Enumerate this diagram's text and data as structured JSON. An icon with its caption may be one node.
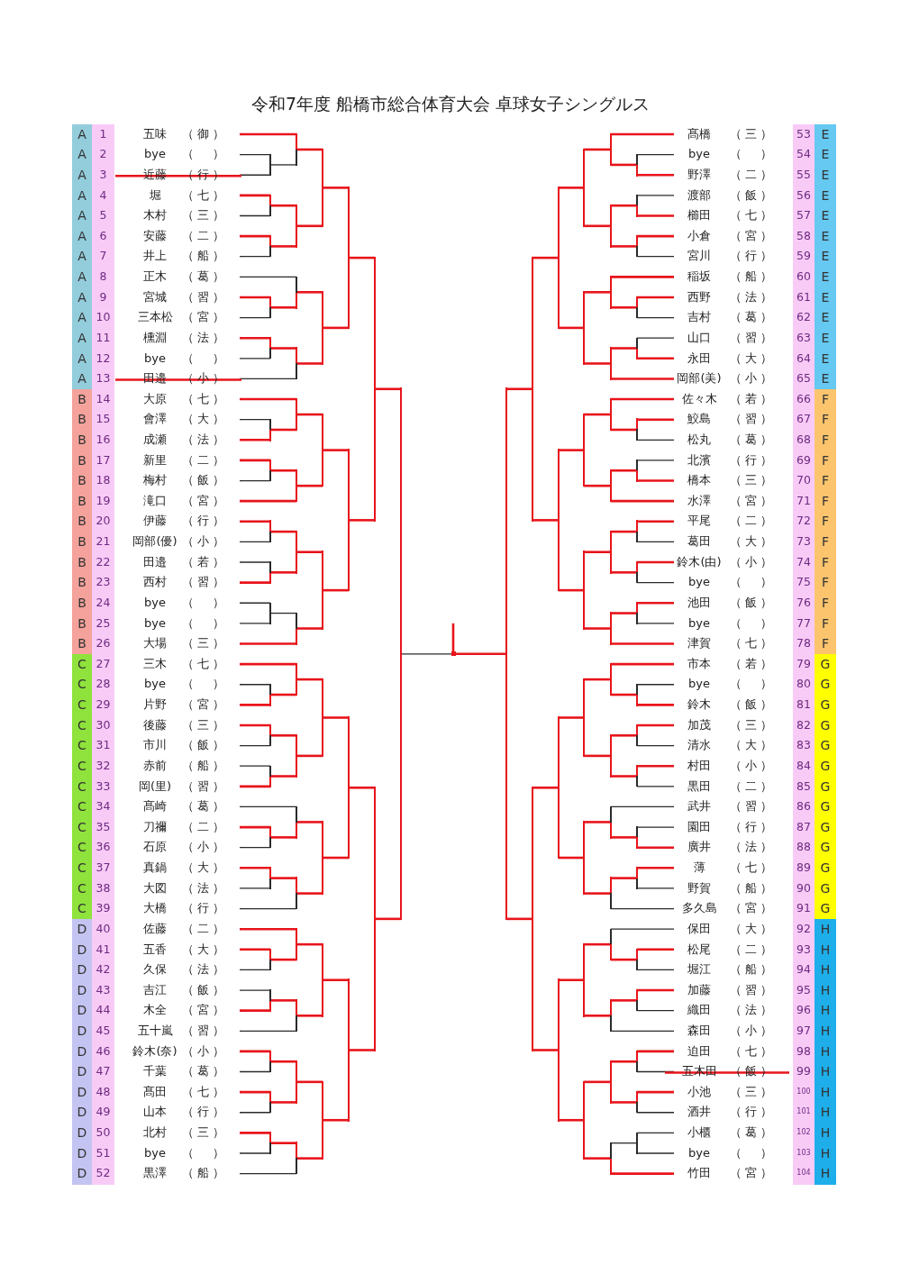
{
  "diagram": {
    "title": "令和7年度 船橋市総合体育大会 卓球女子シングルス",
    "nodes": [
      {
        "text": [
          "A",
          "1",
          "五味",
          "（ 御 ）"
        ]
      },
      {
        "text": [
          "A",
          "2",
          "bye",
          "（ 　 ）"
        ]
      },
      {
        "text": [
          "A",
          "3",
          "近藤",
          "（ 行 ）"
        ]
      },
      {
        "text": [
          "A",
          "4",
          "堀",
          "（ 七 ）"
        ]
      },
      {
        "text": [
          "A",
          "5",
          "木村",
          "（ 三 ）"
        ]
      },
      {
        "text": [
          "A",
          "6",
          "安藤",
          "（ 二 ）"
        ]
      },
      {
        "text": [
          "A",
          "7",
          "井上",
          "（ 船 ）"
        ]
      },
      {
        "text": [
          "A",
          "8",
          "正木",
          "（ 葛 ）"
        ]
      },
      {
        "text": [
          "A",
          "9",
          "宮城",
          "（ 習 ）"
        ]
      },
      {
        "text": [
          "A",
          "10",
          "三本松",
          "（ 宮 ）"
        ]
      },
      {
        "text": [
          "A",
          "11",
          "櫄淵",
          "（ 法 ）"
        ]
      },
      {
        "text": [
          "A",
          "12",
          "bye",
          "（ 　 ）"
        ]
      },
      {
        "text": [
          "A",
          "13",
          "田邉",
          "（ 小 ）"
        ]
      },
      {
        "text": [
          "B",
          "14",
          "大原",
          "（ 七 ）"
        ]
      },
      {
        "text": [
          "B",
          "15",
          "會澤",
          "（ 大 ）"
        ]
      },
      {
        "text": [
          "B",
          "16",
          "成瀬",
          "（ 法 ）"
        ]
      },
      {
        "text": [
          "B",
          "17",
          "新里",
          "（ 二 ）"
        ]
      },
      {
        "text": [
          "B",
          "18",
          "梅村",
          "（ 飯 ）"
        ]
      },
      {
        "text": [
          "B",
          "19",
          "滝口",
          "（ 宮 ）"
        ]
      },
      {
        "text": [
          "B",
          "20",
          "伊藤",
          "（ 行 ）"
        ]
      },
      {
        "text": [
          "B",
          "21",
          "岡部(優)",
          "（ 小 ）"
        ]
      },
      {
        "text": [
          "B",
          "22",
          "田邉",
          "（ 若 ）"
        ]
      },
      {
        "text": [
          "B",
          "23",
          "西村",
          "（ 習 ）"
        ]
      },
      {
        "text": [
          "B",
          "24",
          "bye",
          "（ 　 ）"
        ]
      },
      {
        "text": [
          "B",
          "25",
          "bye",
          "（ 　 ）"
        ]
      },
      {
        "text": [
          "B",
          "26",
          "大場",
          "（ 三 ）"
        ]
      },
      {
        "text": [
          "C",
          "27",
          "三木",
          "（ 七 ）"
        ]
      },
      {
        "text": [
          "C",
          "28",
          "bye",
          "（ 　 ）"
        ]
      },
      {
        "text": [
          "C",
          "29",
          "片野",
          "（ 宮 ）"
        ]
      },
      {
        "text": [
          "C",
          "30",
          "後藤",
          "（ 三 ）"
        ]
      },
      {
        "text": [
          "C",
          "31",
          "市川",
          "（ 飯 ）"
        ]
      },
      {
        "text": [
          "C",
          "32",
          "赤前",
          "（ 船 ）"
        ]
      },
      {
        "text": [
          "C",
          "33",
          "岡(里)",
          "（ 習 ）"
        ]
      },
      {
        "text": [
          "C",
          "34",
          "髙崎",
          "（ 葛 ）"
        ]
      },
      {
        "text": [
          "C",
          "35",
          "刀禰",
          "（ 二 ）"
        ]
      },
      {
        "text": [
          "C",
          "36",
          "石原",
          "（ 小 ）"
        ]
      },
      {
        "text": [
          "C",
          "37",
          "真鍋",
          "（ 大 ）"
        ]
      },
      {
        "text": [
          "C",
          "38",
          "大図",
          "（ 法 ）"
        ]
      },
      {
        "text": [
          "C",
          "39",
          "大橋",
          "（ 行 ）"
        ]
      },
      {
        "text": [
          "D",
          "40",
          "佐藤",
          "（ 二 ）"
        ]
      },
      {
        "text": [
          "D",
          "41",
          "五香",
          "（ 大 ）"
        ]
      },
      {
        "text": [
          "D",
          "42",
          "久保",
          "（ 法 ）"
        ]
      },
      {
        "text": [
          "D",
          "43",
          "吉江",
          "（ 飯 ）"
        ]
      },
      {
        "text": [
          "D",
          "44",
          "木全",
          "（ 宮 ）"
        ]
      },
      {
        "text": [
          "D",
          "45",
          "五十嵐",
          "（ 習 ）"
        ]
      },
      {
        "text": [
          "D",
          "46",
          "鈴木(奈)",
          "（ 小 ）"
        ]
      },
      {
        "text": [
          "D",
          "47",
          "千葉",
          "（ 葛 ）"
        ]
      },
      {
        "text": [
          "D",
          "48",
          "髙田",
          "（ 七 ）"
        ]
      },
      {
        "text": [
          "D",
          "49",
          "山本",
          "（ 行 ）"
        ]
      },
      {
        "text": [
          "D",
          "50",
          "北村",
          "（ 三 ）"
        ]
      },
      {
        "text": [
          "D",
          "51",
          "bye",
          "（ 　 ）"
        ]
      },
      {
        "text": [
          "D",
          "52",
          "黒澤",
          "（ 船 ）"
        ]
      },
      {
        "text": [
          "髙橋",
          "（ 三 ）",
          "53",
          "E"
        ]
      },
      {
        "text": [
          "bye",
          "（ 　 ）",
          "54",
          "E"
        ]
      },
      {
        "text": [
          "野澤",
          "（ 二 ）",
          "55",
          "E"
        ]
      },
      {
        "text": [
          "渡部",
          "（ 飯 ）",
          "56",
          "E"
        ]
      },
      {
        "text": [
          "櫛田",
          "（ 七 ）",
          "57",
          "E"
        ]
      },
      {
        "text": [
          "小倉",
          "（ 宮 ）",
          "58",
          "E"
        ]
      },
      {
        "text": [
          "宮川",
          "（ 行 ）",
          "59",
          "E"
        ]
      },
      {
        "text": [
          "稲坂",
          "（ 船 ）",
          "60",
          "E"
        ]
      },
      {
        "text": [
          "西野",
          "（ 法 ）",
          "61",
          "E"
        ]
      },
      {
        "text": [
          "吉村",
          "（ 葛 ）",
          "62",
          "E"
        ]
      },
      {
        "text": [
          "山口",
          "（ 習 ）",
          "63",
          "E"
        ]
      },
      {
        "text": [
          "永田",
          "（ 大 ）",
          "64",
          "E"
        ]
      },
      {
        "text": [
          "岡部(美)",
          "（ 小 ）",
          "65",
          "E"
        ]
      },
      {
        "text": [
          "佐々木",
          "（ 若 ）",
          "66",
          "F"
        ]
      },
      {
        "text": [
          "鮫島",
          "（ 習 ）",
          "67",
          "F"
        ]
      },
      {
        "text": [
          "松丸",
          "（ 葛 ）",
          "68",
          "F"
        ]
      },
      {
        "text": [
          "北濱",
          "（ 行 ）",
          "69",
          "F"
        ]
      },
      {
        "text": [
          "橋本",
          "（ 三 ）",
          "70",
          "F"
        ]
      },
      {
        "text": [
          "水澤",
          "（ 宮 ）",
          "71",
          "F"
        ]
      },
      {
        "text": [
          "平尾",
          "（ 二 ）",
          "72",
          "F"
        ]
      },
      {
        "text": [
          "葛田",
          "（ 大 ）",
          "73",
          "F"
        ]
      },
      {
        "text": [
          "鈴木(由)",
          "（ 小 ）",
          "74",
          "F"
        ]
      },
      {
        "text": [
          "bye",
          "（ 　 ）",
          "75",
          "F"
        ]
      },
      {
        "text": [
          "池田",
          "（ 飯 ）",
          "76",
          "F"
        ]
      },
      {
        "text": [
          "bye",
          "（ 　 ）",
          "77",
          "F"
        ]
      },
      {
        "text": [
          "津賀",
          "（ 七 ）",
          "78",
          "F"
        ]
      },
      {
        "text": [
          "市本",
          "（ 若 ）",
          "79",
          "G"
        ]
      },
      {
        "text": [
          "bye",
          "（ 　 ）",
          "80",
          "G"
        ]
      },
      {
        "text": [
          "鈴木",
          "（ 飯 ）",
          "81",
          "G"
        ]
      },
      {
        "text": [
          "加茂",
          "（ 三 ）",
          "82",
          "G"
        ]
      },
      {
        "text": [
          "清水",
          "（ 大 ）",
          "83",
          "G"
        ]
      },
      {
        "text": [
          "村田",
          "（ 小 ）",
          "84",
          "G"
        ]
      },
      {
        "text": [
          "黒田",
          "（ 二 ）",
          "85",
          "G"
        ]
      },
      {
        "text": [
          "武井",
          "（ 習 ）",
          "86",
          "G"
        ]
      },
      {
        "text": [
          "園田",
          "（ 行 ）",
          "87",
          "G"
        ]
      },
      {
        "text": [
          "廣井",
          "（ 法 ）",
          "88",
          "G"
        ]
      },
      {
        "text": [
          "薄",
          "（ 七 ）",
          "89",
          "G"
        ]
      },
      {
        "text": [
          "野賀",
          "（ 船 ）",
          "90",
          "G"
        ]
      },
      {
        "text": [
          "多久島",
          "（ 宮 ）",
          "91",
          "G"
        ]
      },
      {
        "text": [
          "保田",
          "（ 大 ）",
          "92",
          "H"
        ]
      },
      {
        "text": [
          "松尾",
          "（ 二 ）",
          "93",
          "H"
        ]
      },
      {
        "text": [
          "堀江",
          "（ 船 ）",
          "94",
          "H"
        ]
      },
      {
        "text": [
          "加藤",
          "（ 習 ）",
          "95",
          "H"
        ]
      },
      {
        "text": [
          "織田",
          "（ 法 ）",
          "96",
          "H"
        ]
      },
      {
        "text": [
          "森田",
          "（ 小 ）",
          "97",
          "H"
        ]
      },
      {
        "text": [
          "迫田",
          "（ 七 ）",
          "98",
          "H"
        ]
      },
      {
        "text": [
          "五木田",
          "（ 飯 ）",
          "99",
          "H"
        ]
      },
      {
        "text": [
          "小池",
          "（ 三 ）",
          "100",
          "H"
        ]
      },
      {
        "text": [
          "酒井",
          "（ 行 ）",
          "101",
          "H"
        ]
      },
      {
        "text": [
          "小櫃",
          "（ 葛 ）",
          "102",
          "H"
        ]
      },
      {
        "text": [
          "bye",
          "（ 　 ）",
          "103",
          "H"
        ]
      },
      {
        "text": [
          "竹田",
          "（ 宮 ）",
          "104",
          "H"
        ]
      },
      {
        "text": [],
        "shape": "bar"
      },
      {
        "text": [],
        "shape": "bar"
      },
      {
        "text": [],
        "shape": "bar"
      },
      {
        "text": [],
        "shape": "bar"
      },
      {
        "text": [],
        "shape": "bar"
      },
      {
        "text": [],
        "shape": "bar"
      },
      {
        "text": [],
        "shape": "bar"
      },
      {
        "text": [],
        "shape": "bar"
      },
      {
        "text": [],
        "shape": "bar"
      },
      {
        "text": [],
        "shape": "bar"
      },
      {
        "text": [],
        "shape": "bar"
      },
      {
        "text": [],
        "shape": "bar"
      },
      {
        "text": [],
        "shape": "bar"
      },
      {
        "text": [],
        "shape": "bar"
      },
      {
        "text": [],
        "shape": "bar"
      },
      {
        "text": [],
        "shape": "bar"
      },
      {
        "text": [],
        "shape": "bar"
      },
      {
        "text": [],
        "shape": "bar"
      },
      {
        "text": [],
        "shape": "bar"
      },
      {
        "text": [],
        "shape": "bar"
      },
      {
        "text": [],
        "shape": "bar"
      },
      {
        "text": [],
        "shape": "bar"
      },
      {
        "text": [],
        "shape": "bar"
      },
      {
        "text": [],
        "shape": "bar"
      },
      {
        "text": [],
        "shape": "bar"
      },
      {
        "text": [],
        "shape": "bar"
      },
      {
        "text": [],
        "shape": "bar"
      },
      {
        "text": [],
        "shape": "bar"
      },
      {
        "text": [],
        "shape": "bar"
      },
      {
        "text": [],
        "shape": "bar"
      },
      {
        "text": [],
        "shape": "bar"
      },
      {
        "text": [],
        "shape": "bar"
      },
      {
        "text": [],
        "shape": "bar"
      },
      {
        "text": [],
        "shape": "bar"
      },
      {
        "text": [],
        "shape": "bar"
      },
      {
        "text": [],
        "shape": "bar"
      },
      {
        "text": [],
        "shape": "bar"
      },
      {
        "text": [],
        "shape": "bar"
      },
      {
        "text": [],
        "shape": "bar"
      },
      {
        "text": [],
        "shape": "bar"
      },
      {
        "text": [],
        "shape": "bar"
      },
      {
        "text": [],
        "shape": "bar"
      },
      {
        "text": [],
        "shape": "bar"
      },
      {
        "text": [],
        "shape": "bar"
      },
      {
        "text": [],
        "shape": "bar"
      },
      {
        "text": [],
        "shape": "bar"
      },
      {
        "text": [],
        "shape": "bar"
      },
      {
        "text": [],
        "shape": "bar"
      },
      {
        "text": [],
        "shape": "bar"
      },
      {
        "text": [],
        "shape": "bar"
      },
      {
        "text": [],
        "shape": "bar"
      },
      {
        "text": [],
        "shape": "bar"
      },
      {
        "text": [],
        "shape": "bar"
      },
      {
        "text": [],
        "shape": "bar"
      },
      {
        "text": [],
        "shape": "bar"
      },
      {
        "text": [],
        "shape": "bar"
      },
      {
        "text": [],
        "shape": "bar"
      },
      {
        "text": [],
        "shape": "bar"
      },
      {
        "text": [],
        "shape": "bar"
      },
      {
        "text": [],
        "shape": "bar"
      },
      {
        "text": [],
        "shape": "bar"
      },
      {
        "text": [],
        "shape": "bar"
      },
      {
        "text": [],
        "shape": "bar"
      },
      {
        "text": [],
        "shape": "bar"
      },
      {
        "text": [],
        "shape": "bar"
      },
      {
        "text": [],
        "shape": "bar"
      },
      {
        "text": [],
        "shape": "bar"
      },
      {
        "text": [],
        "shape": "bar"
      },
      {
        "text": [],
        "shape": "bar"
      },
      {
        "text": [],
        "shape": "bar"
      },
      {
        "text": [],
        "shape": "bar"
      },
      {
        "text": [],
        "shape": "bar"
      },
      {
        "text": [],
        "shape": "bar"
      },
      {
        "text": [],
        "shape": "bar"
      },
      {
        "text": [],
        "shape": "bar"
      },
      {
        "text": [],
        "shape": "bar"
      },
      {
        "text": [],
        "shape": "bar"
      },
      {
        "text": [],
        "shape": "bar"
      },
      {
        "text": [],
        "shape": "bar"
      },
      {
        "text": [],
        "shape": "bar"
      },
      {
        "text": [],
        "shape": "bar"
      },
      {
        "text": [],
        "shape": "bar"
      },
      {
        "text": [],
        "shape": "bar"
      },
      {
        "text": [],
        "shape": "bar"
      },
      {
        "text": [],
        "shape": "bar"
      },
      {
        "text": [],
        "shape": "bar"
      },
      {
        "text": [],
        "shape": "bar"
      },
      {
        "text": [],
        "shape": "bar"
      },
      {
        "text": [],
        "shape": "bar"
      },
      {
        "text": [],
        "shape": "bar"
      },
      {
        "text": [],
        "shape": "bar"
      },
      {
        "text": [],
        "shape": "bar"
      },
      {
        "text": [],
        "shape": "bar"
      },
      {
        "text": [],
        "shape": "bar"
      },
      {
        "text": [],
        "shape": "bar"
      },
      {
        "text": [],
        "shape": "bar"
      },
      {
        "text": [],
        "shape": "bar"
      },
      {
        "text": [],
        "shape": "bar"
      },
      {
        "text": [],
        "shape": "bar"
      },
      {
        "text": [],
        "shape": "bar"
      },
      {
        "text": [],
        "shape": "bar"
      },
      {
        "text": [],
        "shape": "bar"
      },
      {
        "text": [],
        "shape": "bar"
      }
    ],
    "edges": [
      {
        "from": 1,
        "to": 104,
        "arrow": "none",
        "color": "#2a2a2a"
      },
      {
        "from": 2,
        "to": 104,
        "arrow": "none",
        "color": "#2a2a2a"
      },
      {
        "from": 0,
        "to": 105,
        "arrow": "none"
      },
      {
        "from": 104,
        "to": 105,
        "arrow": "none",
        "color": "#2a2a2a"
      },
      {
        "from": 3,
        "to": 106,
        "arrow": "none"
      },
      {
        "from": 4,
        "to": 106,
        "arrow": "none",
        "color": "#2a2a2a"
      },
      {
        "from": 5,
        "to": 107,
        "arrow": "none"
      },
      {
        "from": 6,
        "to": 107,
        "arrow": "none",
        "color": "#2a2a2a"
      },
      {
        "from": 106,
        "to": 108,
        "arrow": "none"
      },
      {
        "from": 107,
        "to": 108,
        "arrow": "none"
      },
      {
        "from": 105,
        "to": 109,
        "arrow": "none"
      },
      {
        "from": 108,
        "to": 109,
        "arrow": "none"
      },
      {
        "from": 8,
        "to": 110,
        "arrow": "none"
      },
      {
        "from": 9,
        "to": 110,
        "arrow": "none",
        "color": "#2a2a2a"
      },
      {
        "from": 7,
        "to": 111,
        "arrow": "none",
        "color": "#2a2a2a"
      },
      {
        "from": 110,
        "to": 111,
        "arrow": "none"
      },
      {
        "from": 10,
        "to": 112,
        "arrow": "none"
      },
      {
        "from": 11,
        "to": 112,
        "arrow": "none",
        "color": "#2a2a2a"
      },
      {
        "from": 112,
        "to": 113,
        "arrow": "none"
      },
      {
        "from": 12,
        "to": 113,
        "arrow": "none",
        "color": "#2a2a2a"
      },
      {
        "from": 111,
        "to": 114,
        "arrow": "none"
      },
      {
        "from": 113,
        "to": 114,
        "arrow": "none"
      },
      {
        "from": 109,
        "to": 115,
        "arrow": "none"
      },
      {
        "from": 114,
        "to": 115,
        "arrow": "none"
      },
      {
        "from": 14,
        "to": 116,
        "arrow": "none",
        "color": "#2a2a2a"
      },
      {
        "from": 15,
        "to": 116,
        "arrow": "none"
      },
      {
        "from": 13,
        "to": 117,
        "arrow": "none"
      },
      {
        "from": 116,
        "to": 117,
        "arrow": "none"
      },
      {
        "from": 16,
        "to": 118,
        "arrow": "none"
      },
      {
        "from": 17,
        "to": 118,
        "arrow": "none",
        "color": "#2a2a2a"
      },
      {
        "from": 118,
        "to": 119,
        "arrow": "none"
      },
      {
        "from": 18,
        "to": 119,
        "arrow": "none"
      },
      {
        "from": 117,
        "to": 120,
        "arrow": "none"
      },
      {
        "from": 119,
        "to": 120,
        "arrow": "none"
      },
      {
        "from": 19,
        "to": 121,
        "arrow": "none"
      },
      {
        "from": 20,
        "to": 121,
        "arrow": "none",
        "color": "#2a2a2a"
      },
      {
        "from": 21,
        "to": 122,
        "arrow": "none",
        "color": "#2a2a2a"
      },
      {
        "from": 22,
        "to": 122,
        "arrow": "none"
      },
      {
        "from": 121,
        "to": 123,
        "arrow": "none"
      },
      {
        "from": 122,
        "to": 123,
        "arrow": "none"
      },
      {
        "from": 23,
        "to": 124,
        "arrow": "none",
        "color": "#2a2a2a"
      },
      {
        "from": 24,
        "to": 124,
        "arrow": "none",
        "color": "#2a2a2a"
      },
      {
        "from": 124,
        "to": 125,
        "arrow": "none",
        "color": "#2a2a2a"
      },
      {
        "from": 25,
        "to": 125,
        "arrow": "none"
      },
      {
        "from": 123,
        "to": 126,
        "arrow": "none"
      },
      {
        "from": 125,
        "to": 126,
        "arrow": "none"
      },
      {
        "from": 120,
        "to": 127,
        "arrow": "none"
      },
      {
        "from": 126,
        "to": 127,
        "arrow": "none"
      },
      {
        "from": 27,
        "to": 128,
        "arrow": "none",
        "color": "#2a2a2a"
      },
      {
        "from": 28,
        "to": 128,
        "arrow": "none"
      },
      {
        "from": 26,
        "to": 129,
        "arrow": "none"
      },
      {
        "from": 128,
        "to": 129,
        "arrow": "none"
      },
      {
        "from": 29,
        "to": 130,
        "arrow": "none"
      },
      {
        "from": 30,
        "to": 130,
        "arrow": "none",
        "color": "#2a2a2a"
      },
      {
        "from": 31,
        "to": 131,
        "arrow": "none",
        "color": "#2a2a2a"
      },
      {
        "from": 32,
        "to": 131,
        "arrow": "none"
      },
      {
        "from": 130,
        "to": 132,
        "arrow": "none"
      },
      {
        "from": 131,
        "to": 132,
        "arrow": "none"
      },
      {
        "from": 129,
        "to": 133,
        "arrow": "none"
      },
      {
        "from": 132,
        "to": 133,
        "arrow": "none"
      },
      {
        "from": 34,
        "to": 134,
        "arrow": "none"
      },
      {
        "from": 35,
        "to": 134,
        "arrow": "none",
        "color": "#2a2a2a"
      },
      {
        "from": 33,
        "to": 135,
        "arrow": "none",
        "color": "#2a2a2a"
      },
      {
        "from": 134,
        "to": 135,
        "arrow": "none"
      },
      {
        "from": 36,
        "to": 136,
        "arrow": "none"
      },
      {
        "from": 37,
        "to": 136,
        "arrow": "none",
        "color": "#2a2a2a"
      },
      {
        "from": 136,
        "to": 137,
        "arrow": "none"
      },
      {
        "from": 38,
        "to": 137,
        "arrow": "none",
        "color": "#2a2a2a"
      },
      {
        "from": 135,
        "to": 138,
        "arrow": "none"
      },
      {
        "from": 137,
        "to": 138,
        "arrow": "none"
      },
      {
        "from": 133,
        "to": 139,
        "arrow": "none"
      },
      {
        "from": 138,
        "to": 139,
        "arrow": "none"
      },
      {
        "from": 40,
        "to": 140,
        "arrow": "none"
      },
      {
        "from": 41,
        "to": 140,
        "arrow": "none",
        "color": "#2a2a2a"
      },
      {
        "from": 39,
        "to": 141,
        "arrow": "none"
      },
      {
        "from": 140,
        "to": 141,
        "arrow": "none"
      },
      {
        "from": 42,
        "to": 142,
        "arrow": "none",
        "color": "#2a2a2a"
      },
      {
        "from": 43,
        "to": 142,
        "arrow": "none"
      },
      {
        "from": 142,
        "to": 143,
        "arrow": "none"
      },
      {
        "from": 44,
        "to": 143,
        "arrow": "none",
        "color": "#2a2a2a"
      },
      {
        "from": 141,
        "to": 144,
        "arrow": "none"
      },
      {
        "from": 143,
        "to": 144,
        "arrow": "none"
      },
      {
        "from": 45,
        "to": 145,
        "arrow": "none"
      },
      {
        "from": 46,
        "to": 145,
        "arrow": "none",
        "color": "#2a2a2a"
      },
      {
        "from": 47,
        "to": 146,
        "arrow": "none"
      },
      {
        "from": 48,
        "to": 146,
        "arrow": "none",
        "color": "#2a2a2a"
      },
      {
        "from": 145,
        "to": 147,
        "arrow": "none"
      },
      {
        "from": 146,
        "to": 147,
        "arrow": "none"
      },
      {
        "from": 49,
        "to": 148,
        "arrow": "none"
      },
      {
        "from": 50,
        "to": 148,
        "arrow": "none",
        "color": "#2a2a2a"
      },
      {
        "from": 148,
        "to": 149,
        "arrow": "none"
      },
      {
        "from": 51,
        "to": 149,
        "arrow": "none",
        "color": "#2a2a2a"
      },
      {
        "from": 147,
        "to": 150,
        "arrow": "none"
      },
      {
        "from": 149,
        "to": 150,
        "arrow": "none"
      },
      {
        "from": 144,
        "to": 151,
        "arrow": "none"
      },
      {
        "from": 150,
        "to": 151,
        "arrow": "none"
      },
      {
        "from": 53,
        "to": 152,
        "arrow": "none",
        "color": "#2a2a2a"
      },
      {
        "from": 54,
        "to": 152,
        "arrow": "none"
      },
      {
        "from": 52,
        "to": 153,
        "arrow": "none"
      },
      {
        "from": 152,
        "to": 153,
        "arrow": "none"
      },
      {
        "from": 55,
        "to": 154,
        "arrow": "none",
        "color": "#2a2a2a"
      },
      {
        "from": 56,
        "to": 154,
        "arrow": "none"
      },
      {
        "from": 57,
        "to": 155,
        "arrow": "none"
      },
      {
        "from": 58,
        "to": 155,
        "arrow": "none",
        "color": "#2a2a2a"
      },
      {
        "from": 154,
        "to": 156,
        "arrow": "none"
      },
      {
        "from": 155,
        "to": 156,
        "arrow": "none"
      },
      {
        "from": 153,
        "to": 157,
        "arrow": "none"
      },
      {
        "from": 156,
        "to": 157,
        "arrow": "none"
      },
      {
        "from": 60,
        "to": 158,
        "arrow": "none"
      },
      {
        "from": 61,
        "to": 158,
        "arrow": "none",
        "color": "#2a2a2a"
      },
      {
        "from": 59,
        "to": 159,
        "arrow": "none"
      },
      {
        "from": 158,
        "to": 159,
        "arrow": "none"
      },
      {
        "from": 62,
        "to": 160,
        "arrow": "none",
        "color": "#2a2a2a"
      },
      {
        "from": 63,
        "to": 160,
        "arrow": "none"
      },
      {
        "from": 160,
        "to": 161,
        "arrow": "none"
      },
      {
        "from": 64,
        "to": 161,
        "arrow": "none"
      },
      {
        "from": 159,
        "to": 162,
        "arrow": "none"
      },
      {
        "from": 161,
        "to": 162,
        "arrow": "none"
      },
      {
        "from": 157,
        "to": 163,
        "arrow": "none"
      },
      {
        "from": 162,
        "to": 163,
        "arrow": "none"
      },
      {
        "from": 66,
        "to": 164,
        "arrow": "none"
      },
      {
        "from": 67,
        "to": 164,
        "arrow": "none",
        "color": "#2a2a2a"
      },
      {
        "from": 65,
        "to": 165,
        "arrow": "none"
      },
      {
        "from": 164,
        "to": 165,
        "arrow": "none"
      },
      {
        "from": 68,
        "to": 166,
        "arrow": "none",
        "color": "#2a2a2a"
      },
      {
        "from": 69,
        "to": 166,
        "arrow": "none"
      },
      {
        "from": 166,
        "to": 167,
        "arrow": "none"
      },
      {
        "from": 70,
        "to": 167,
        "arrow": "none"
      },
      {
        "from": 165,
        "to": 168,
        "arrow": "none"
      },
      {
        "from": 167,
        "to": 168,
        "arrow": "none"
      },
      {
        "from": 71,
        "to": 169,
        "arrow": "none"
      },
      {
        "from": 72,
        "to": 169,
        "arrow": "none",
        "color": "#2a2a2a"
      },
      {
        "from": 73,
        "to": 170,
        "arrow": "none"
      },
      {
        "from": 74,
        "to": 170,
        "arrow": "none",
        "color": "#2a2a2a"
      },
      {
        "from": 169,
        "to": 171,
        "arrow": "none"
      },
      {
        "from": 170,
        "to": 171,
        "arrow": "none"
      },
      {
        "from": 75,
        "to": 172,
        "arrow": "none"
      },
      {
        "from": 76,
        "to": 172,
        "arrow": "none",
        "color": "#2a2a2a"
      },
      {
        "from": 172,
        "to": 173,
        "arrow": "none"
      },
      {
        "from": 77,
        "to": 173,
        "arrow": "none"
      },
      {
        "from": 171,
        "to": 174,
        "arrow": "none"
      },
      {
        "from": 173,
        "to": 174,
        "arrow": "none"
      },
      {
        "from": 168,
        "to": 175,
        "arrow": "none"
      },
      {
        "from": 174,
        "to": 175,
        "arrow": "none"
      },
      {
        "from": 79,
        "to": 176,
        "arrow": "none",
        "color": "#2a2a2a"
      },
      {
        "from": 80,
        "to": 176,
        "arrow": "none"
      },
      {
        "from": 78,
        "to": 177,
        "arrow": "none"
      },
      {
        "from": 176,
        "to": 177,
        "arrow": "none"
      },
      {
        "from": 81,
        "to": 178,
        "arrow": "none"
      },
      {
        "from": 82,
        "to": 178,
        "arrow": "none",
        "color": "#2a2a2a"
      },
      {
        "from": 83,
        "to": 179,
        "arrow": "none"
      },
      {
        "from": 84,
        "to": 179,
        "arrow": "none",
        "color": "#2a2a2a"
      },
      {
        "from": 178,
        "to": 180,
        "arrow": "none"
      },
      {
        "from": 179,
        "to": 180,
        "arrow": "none"
      },
      {
        "from": 177,
        "to": 181,
        "arrow": "none"
      },
      {
        "from": 180,
        "to": 181,
        "arrow": "none"
      },
      {
        "from": 86,
        "to": 182,
        "arrow": "none",
        "color": "#2a2a2a"
      },
      {
        "from": 87,
        "to": 182,
        "arrow": "none"
      },
      {
        "from": 85,
        "to": 183,
        "arrow": "none",
        "color": "#2a2a2a"
      },
      {
        "from": 182,
        "to": 183,
        "arrow": "none"
      },
      {
        "from": 88,
        "to": 184,
        "arrow": "none"
      },
      {
        "from": 89,
        "to": 184,
        "arrow": "none",
        "color": "#2a2a2a"
      },
      {
        "from": 184,
        "to": 185,
        "arrow": "none"
      },
      {
        "from": 90,
        "to": 185,
        "arrow": "none",
        "color": "#2a2a2a"
      },
      {
        "from": 183,
        "to": 186,
        "arrow": "none"
      },
      {
        "from": 185,
        "to": 186,
        "arrow": "none"
      },
      {
        "from": 181,
        "to": 187,
        "arrow": "none"
      },
      {
        "from": 186,
        "to": 187,
        "arrow": "none"
      },
      {
        "from": 92,
        "to": 188,
        "arrow": "none"
      },
      {
        "from": 93,
        "to": 188,
        "arrow": "none",
        "color": "#2a2a2a"
      },
      {
        "from": 91,
        "to": 189,
        "arrow": "none",
        "color": "#2a2a2a"
      },
      {
        "from": 188,
        "to": 189,
        "arrow": "none"
      },
      {
        "from": 94,
        "to": 190,
        "arrow": "none"
      },
      {
        "from": 95,
        "to": 190,
        "arrow": "none",
        "color": "#2a2a2a"
      },
      {
        "from": 190,
        "to": 191,
        "arrow": "none"
      },
      {
        "from": 96,
        "to": 191,
        "arrow": "none",
        "color": "#2a2a2a"
      },
      {
        "from": 189,
        "to": 192,
        "arrow": "none"
      },
      {
        "from": 191,
        "to": 192,
        "arrow": "none"
      },
      {
        "from": 97,
        "to": 193,
        "arrow": "none"
      },
      {
        "from": 98,
        "to": 193,
        "arrow": "none",
        "color": "#2a2a2a"
      },
      {
        "from": 99,
        "to": 194,
        "arrow": "none"
      },
      {
        "from": 100,
        "to": 194,
        "arrow": "none",
        "color": "#2a2a2a"
      },
      {
        "from": 193,
        "to": 195,
        "arrow": "none"
      },
      {
        "from": 194,
        "to": 195,
        "arrow": "none"
      },
      {
        "from": 101,
        "to": 196,
        "arrow": "none",
        "color": "#2a2a2a"
      },
      {
        "from": 102,
        "to": 196,
        "arrow": "none",
        "color": "#2a2a2a"
      },
      {
        "from": 196,
        "to": 197,
        "arrow": "none",
        "color": "#2a2a2a"
      },
      {
        "from": 103,
        "to": 197,
        "arrow": "none"
      },
      {
        "from": 195,
        "to": 198,
        "arrow": "none"
      },
      {
        "from": 197,
        "to": 198,
        "arrow": "none"
      },
      {
        "from": 192,
        "to": 199,
        "arrow": "none"
      },
      {
        "from": 198,
        "to": 199,
        "arrow": "none"
      },
      {
        "from": 115,
        "to": 200,
        "arrow": "none"
      },
      {
        "from": 127,
        "to": 200,
        "arrow": "none"
      },
      {
        "from": 139,
        "to": 201,
        "arrow": "none"
      },
      {
        "from": 151,
        "to": 201,
        "arrow": "none"
      },
      {
        "from": 200,
        "to": 202,
        "arrow": "none"
      },
      {
        "from": 201,
        "to": 202,
        "arrow": "none"
      },
      {
        "from": 163,
        "to": 203,
        "arrow": "none"
      },
      {
        "from": 175,
        "to": 203,
        "arrow": "none"
      },
      {
        "from": 187,
        "to": 204,
        "arrow": "none"
      },
      {
        "from": 199,
        "to": 204,
        "arrow": "none"
      },
      {
        "from": 203,
        "to": 205,
        "arrow": "none"
      },
      {
        "from": 204,
        "to": 205,
        "arrow": "none"
      },
      {
        "from": 202,
        "to": 206,
        "arrow": "none",
        "color": "#2a2a2a"
      },
      {
        "from": 205,
        "to": 206,
        "arrow": "none"
      },
      {
        "from": 206,
        "to": null,
        "arrow": "none"
      }
    ]
  }
}
